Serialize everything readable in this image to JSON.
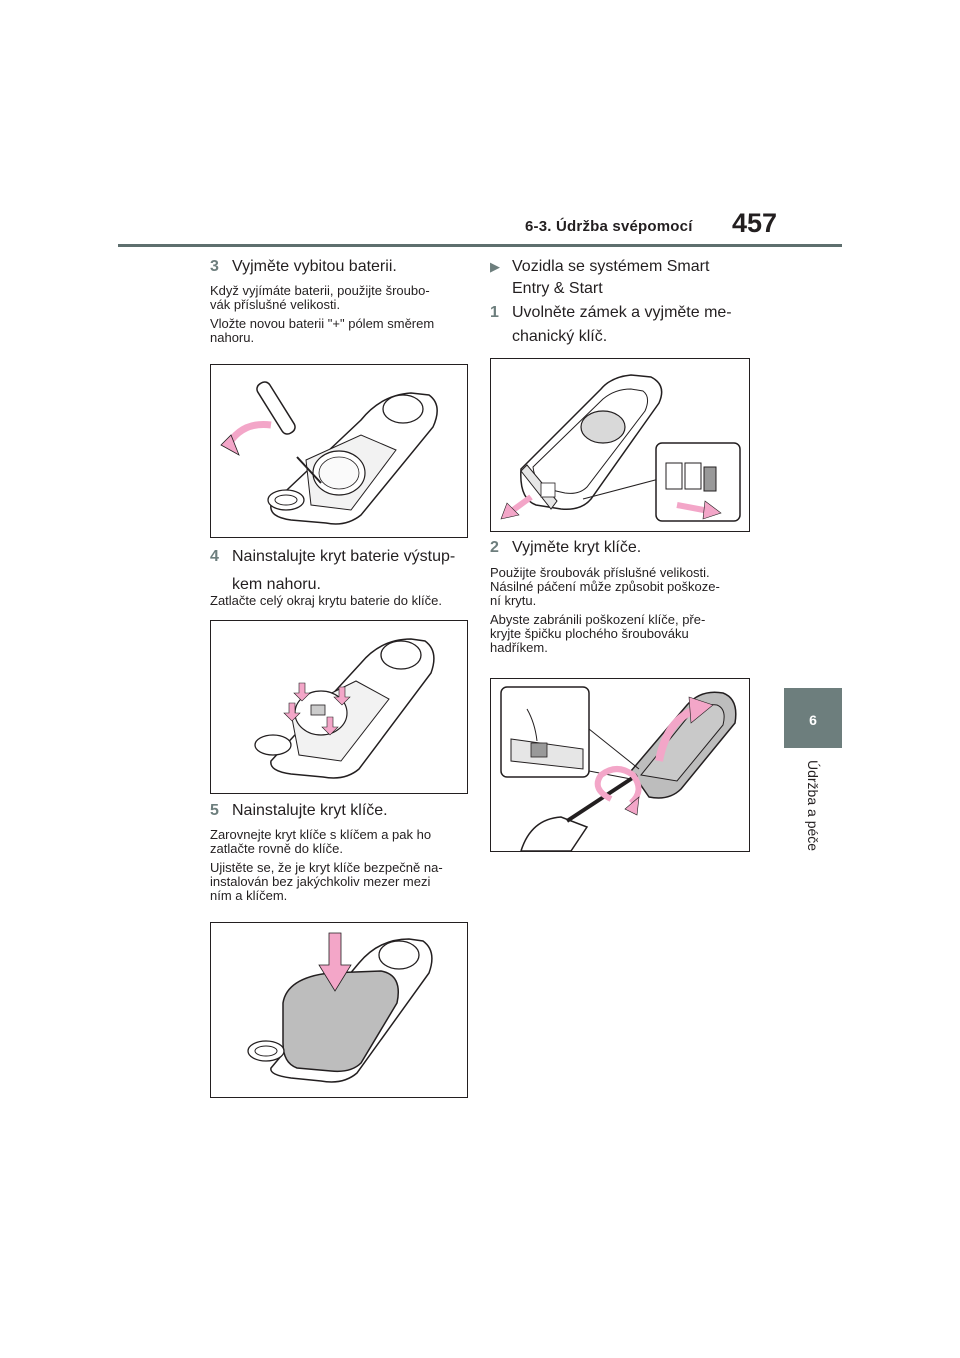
{
  "header": {
    "section_title": "6-3. Údržba svépomocí",
    "page_number": "457"
  },
  "side_tab": {
    "number": "6",
    "label": "Údržba a péče"
  },
  "left_column": {
    "step3": {
      "num": "3",
      "title": "Vyjměte vybitou baterii.",
      "notes": [
        "Když vyjímáte baterii, použijte šroubo-",
        "vák příslušné velikosti.",
        "Vložte novou baterii \"+\" pólem směrem",
        "nahoru."
      ]
    },
    "step4": {
      "num": "4",
      "title_line1": "Nainstalujte kryt baterie výstup-",
      "title_line2": "kem nahoru.",
      "notes": [
        "Zatlačte celý okraj krytu baterie do klíče."
      ]
    },
    "step5": {
      "num": "5",
      "title": "Nainstalujte kryt klíče.",
      "notes": [
        "Zarovnejte kryt klíče s klíčem a pak ho",
        "zatlačte rovně do klíče.",
        "Ujistěte se, že je kryt klíče bezpečně na-",
        "instalován bez jakýchkoliv mezer mezi",
        "ním a klíčem."
      ]
    }
  },
  "right_column": {
    "heading_line1": "Vozidla se systémem Smart",
    "heading_line2": "Entry & Start",
    "step1": {
      "num": "1",
      "title_line1": "Uvolněte zámek a vyjměte me-",
      "title_line2": "chanický klíč."
    },
    "step2": {
      "num": "2",
      "title": "Vyjměte kryt klíče.",
      "notes": [
        "Použijte šroubovák příslušné velikosti.",
        "Násilné páčení může způsobit poškoze-",
        "ní krytu.",
        "Abyste zabránili poškození klíče, pře-",
        "kryjte špičku plochého šroubováku",
        "hadříkem."
      ]
    }
  },
  "colors": {
    "accent": "#6d7e7d",
    "arrow_pink": "#f3a6c8",
    "text": "#231f20"
  }
}
